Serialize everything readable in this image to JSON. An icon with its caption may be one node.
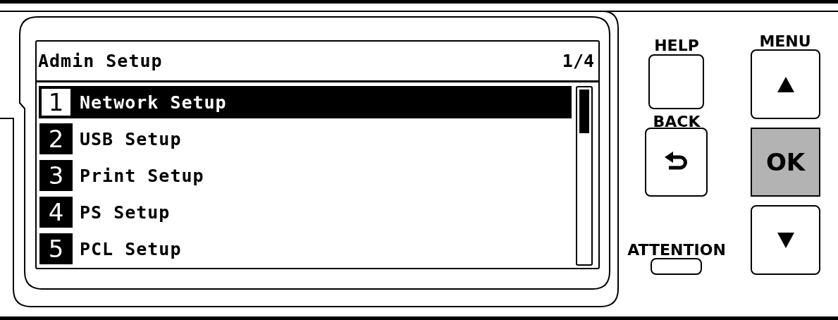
{
  "diagram": {
    "nodes": [
      {
        "text": [
          "Admin Setup",
          "1/4"
        ]
      },
      {
        "text": [
          "1",
          "Network Setup"
        ],
        "in": 0
      },
      {
        "text": [
          "2",
          "USB Setup"
        ],
        "in": 0
      },
      {
        "text": [
          "3",
          "Print Setup"
        ],
        "in": 0
      },
      {
        "text": [
          "4",
          "PS Setup"
        ],
        "in": 0
      },
      {
        "text": [
          "5",
          "PCL Setup"
        ],
        "in": 0
      },
      {
        "text": [],
        "shape": "box",
        "beside": [
          "HELP"
        ]
      },
      {
        "text": [],
        "shape": "box",
        "beside": [
          "BACK"
        ]
      },
      {
        "text": [],
        "shape": "box",
        "beside": [
          "ATTENTION"
        ]
      },
      {
        "text": [],
        "shape": "box",
        "beside": [
          "MENU"
        ]
      },
      {
        "text": [
          "OK"
        ]
      },
      {
        "text": [],
        "shape": "box"
      }
    ],
    "edges": []
  }
}
